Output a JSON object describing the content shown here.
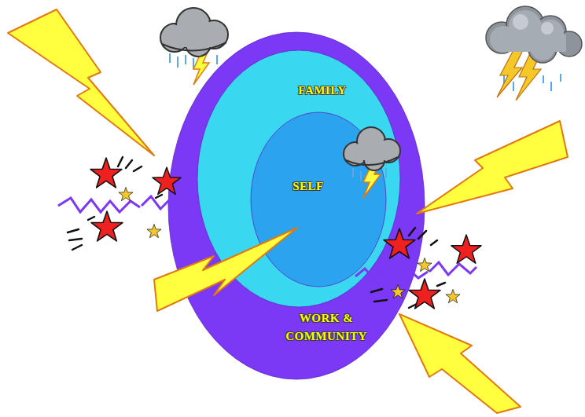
{
  "diagram": {
    "nodes": [
      {
        "text": [
          "WORK & COMMUNITY"
        ]
      },
      {
        "text": [
          "FAMILY"
        ],
        "in": 0
      },
      {
        "text": [
          "SELF"
        ],
        "in": 1
      }
    ]
  }
}
